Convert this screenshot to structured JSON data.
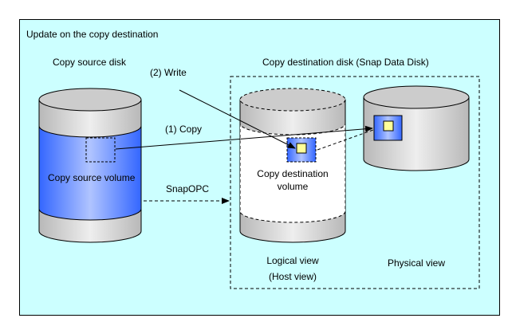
{
  "title": "Update on the copy destination",
  "source_disk_label": "Copy source disk",
  "source_volume_label": "Copy source volume",
  "dest_disk_label": "Copy destination disk (Snap Data Disk)",
  "dest_volume_label_line1": "Copy destination",
  "dest_volume_label_line2": "volume",
  "write_label": "(2) Write",
  "copy_label": "(1) Copy",
  "snapopc_label": "SnapOPC",
  "logical_view_line1": "Logical view",
  "logical_view_line2": "(Host view)",
  "physical_view_label": "Physical view",
  "colors": {
    "background": "#ccffff",
    "volume_blue": "#3366ff",
    "block_yellow": "#ffff99",
    "disk_gray": "#c8c8c8"
  }
}
